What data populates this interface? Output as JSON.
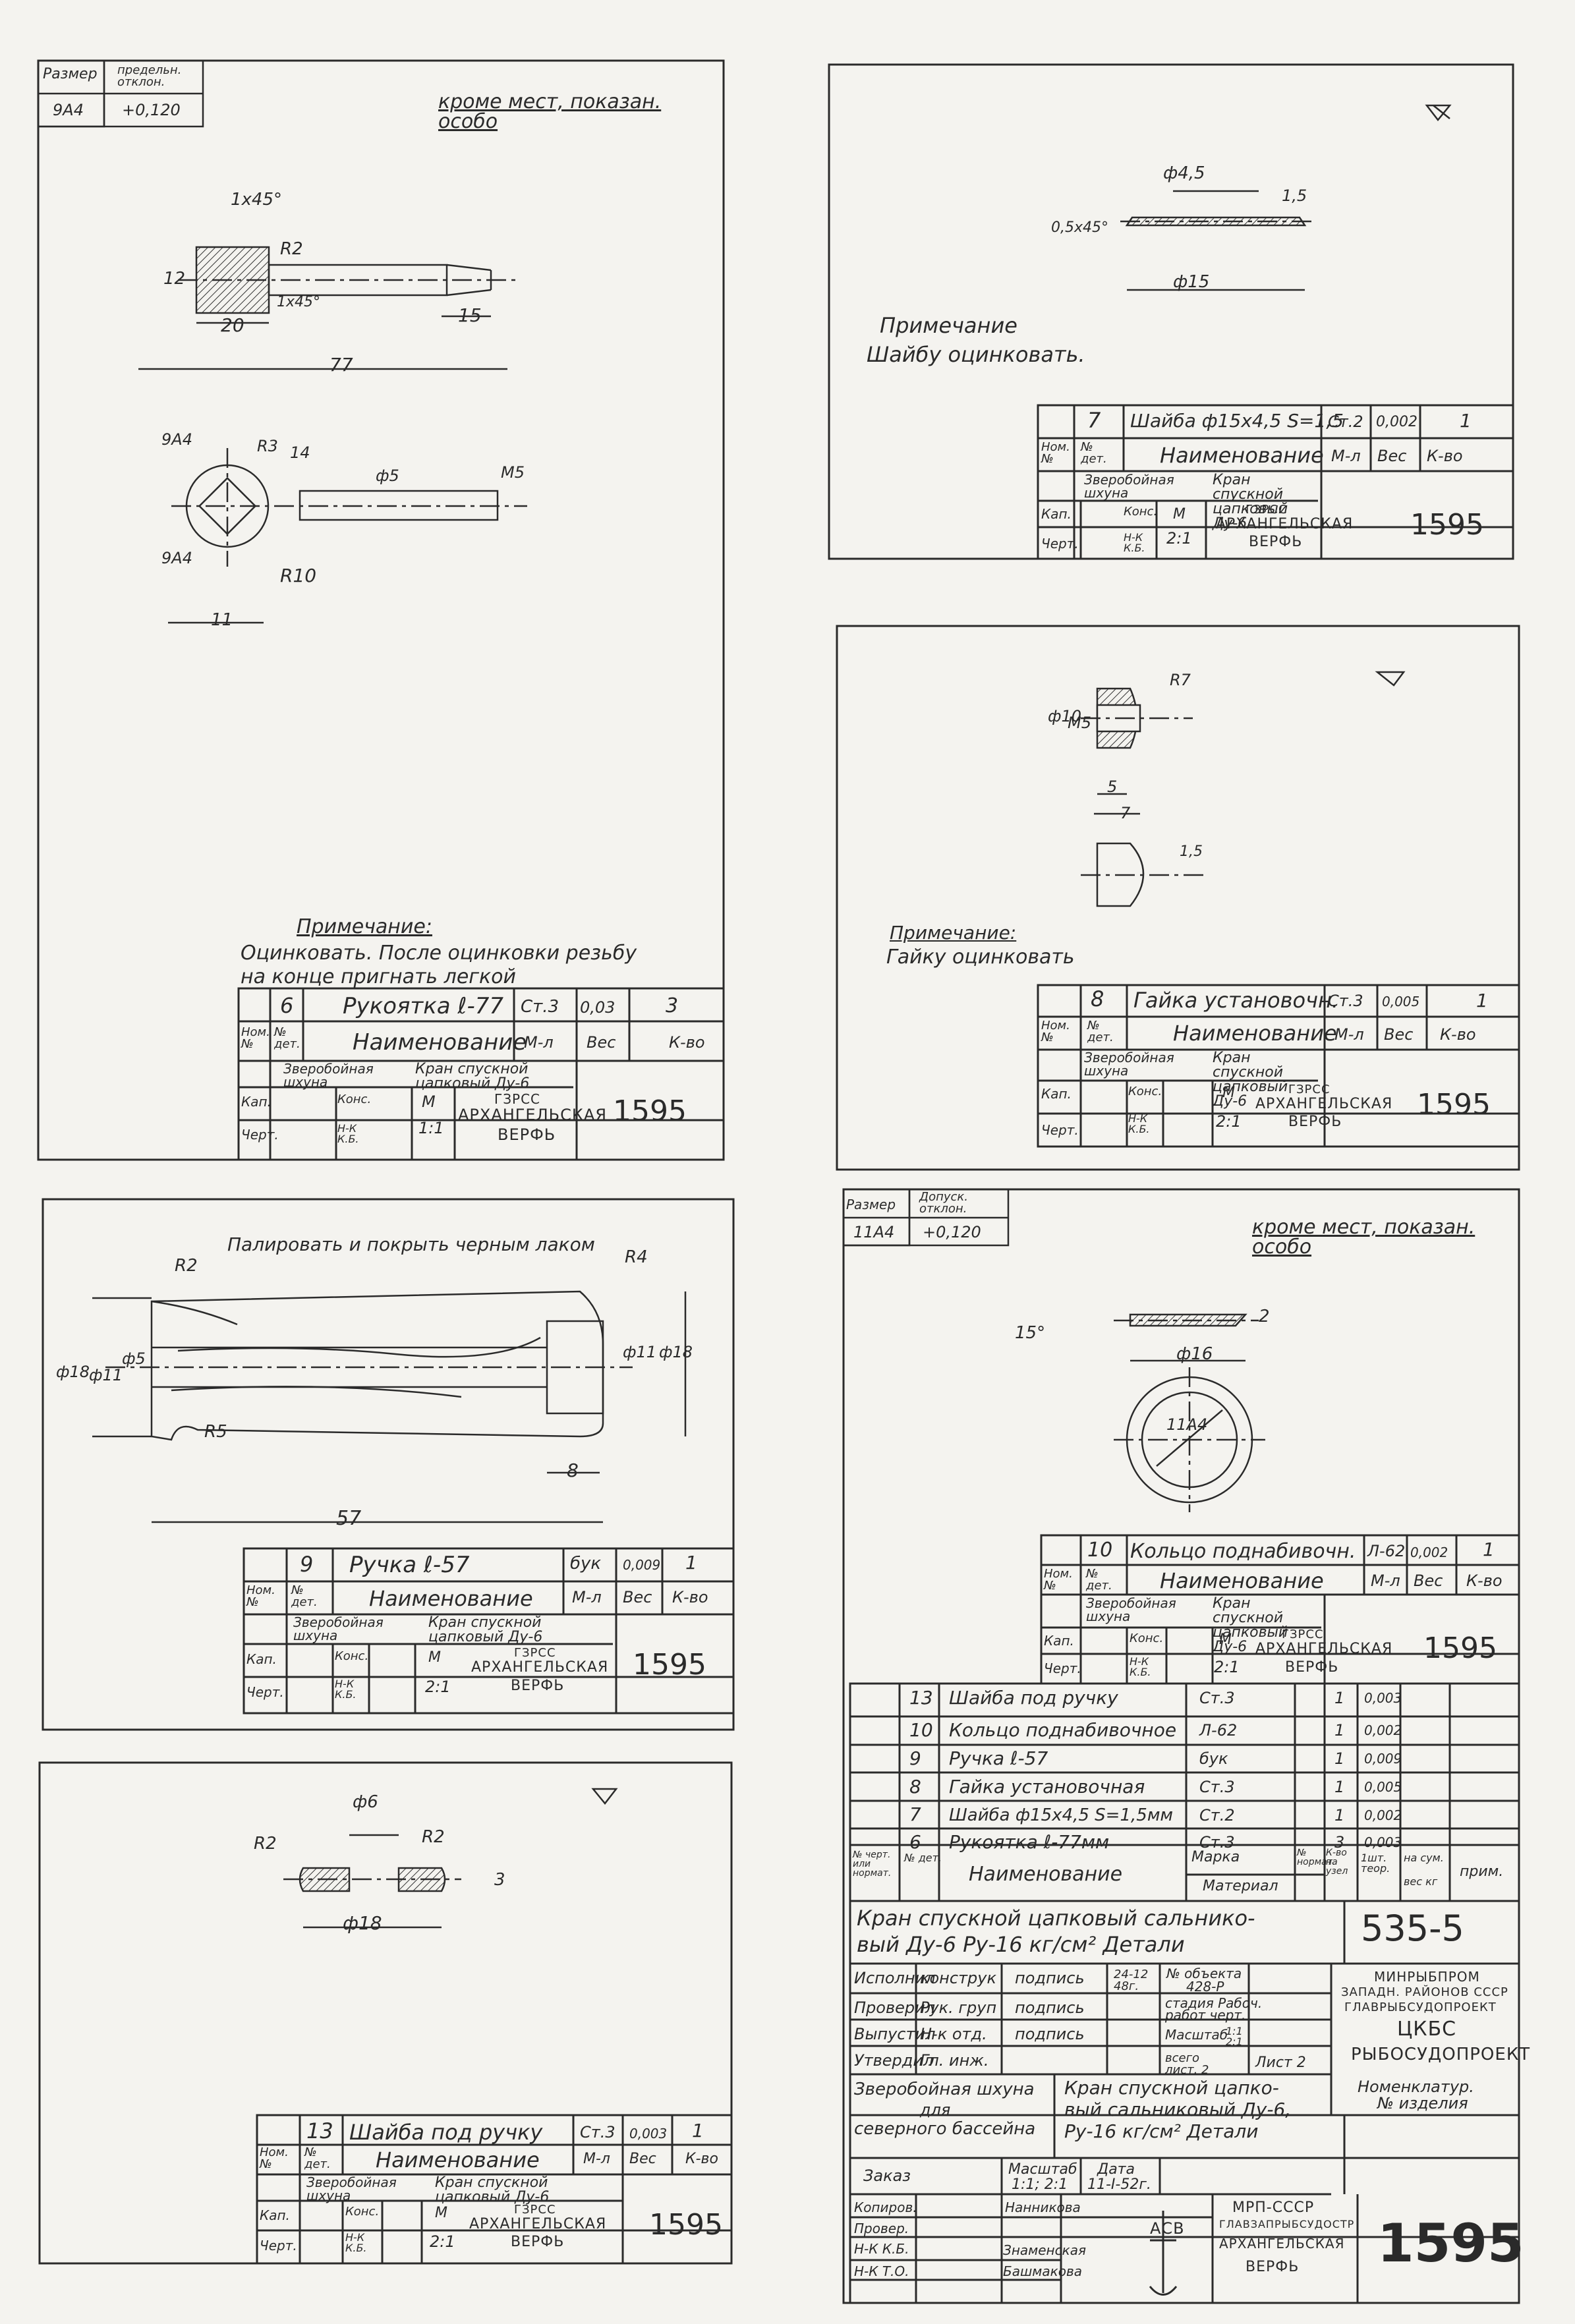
{
  "sheet1": {
    "tol_header": [
      "Размер",
      "предельн. отклон."
    ],
    "tol_row": [
      "9А4",
      "+0,120"
    ],
    "roughness_note": "кроме мест, показан. особо",
    "dims": [
      "1x45°",
      "R2",
      "12",
      "20",
      "1x45°",
      "15",
      "77",
      "9А4",
      "R3",
      "14",
      "ф5",
      "М5",
      "9А4",
      "R10",
      "11"
    ],
    "note_title": "Примечание:",
    "note_text_1": "Оцинковать. После оцинковки резьбу",
    "note_text_2": "на конце пригнать легкой",
    "part": {
      "pos": "6",
      "name": "Рукоятка ℓ-77",
      "material": "Ст.3",
      "weight": "0,03",
      "qty": "3"
    },
    "head": [
      "Ном. №",
      "№ дет.",
      "Наименование",
      "М-л",
      "Вес",
      "К-во"
    ],
    "assembly": [
      "Зверобойная шхуна",
      "Кран спускной цапковый Ду-6"
    ],
    "sign": [
      "Кап.",
      "Черт.",
      "Конс.",
      "Н-К К.Б."
    ],
    "scale": [
      "М",
      "1:1"
    ],
    "org": [
      "ГЗРСС",
      "АРХАНГЕЛЬСКАЯ",
      "ВЕРФЬ"
    ],
    "number": "1595"
  },
  "sheet2": {
    "dims": [
      "ф4,5",
      "1,5",
      "0,5x45°",
      "ф15"
    ],
    "note_title": "Примечание",
    "note_text": "Шайбу оцинковать.",
    "part": {
      "pos": "7",
      "name": "Шайба ф15x4,5 S=1,5",
      "material": "Ст.2",
      "weight": "0,002",
      "qty": "1"
    },
    "head": [
      "Ном. №",
      "№ дет.",
      "Наименование",
      "М-л",
      "Вес",
      "К-во"
    ],
    "assembly": [
      "Зверобойная шхуна",
      "Кран спускной цапковый Ду-6"
    ],
    "sign": [
      "Кап.",
      "Черт.",
      "Конс.",
      "Н-К К.Б."
    ],
    "scale": [
      "М",
      "2:1"
    ],
    "org": [
      "ГЗРСС",
      "АРХАНГЕЛЬСКАЯ",
      "ВЕРФЬ"
    ],
    "number": "1595"
  },
  "sheet3": {
    "dims": [
      "R7",
      "ф10",
      "М5",
      "5",
      "7",
      "1,5"
    ],
    "note_title": "Примечание:",
    "note_text": "Гайку оцинковать",
    "part": {
      "pos": "8",
      "name": "Гайка установочн.",
      "material": "Ст.3",
      "weight": "0,005",
      "qty": "1"
    },
    "head": [
      "Ном. №",
      "№ дет.",
      "Наименование",
      "М-л",
      "Вес",
      "К-во"
    ],
    "assembly": [
      "Зверобойная шхуна",
      "Кран спускной цапковый Ду-6"
    ],
    "sign": [
      "Кап.",
      "Черт.",
      "Конс.",
      "Н-К К.Б."
    ],
    "scale": [
      "М",
      "2:1"
    ],
    "org": [
      "ГЗРСС",
      "АРХАНГЕЛЬСКАЯ",
      "ВЕРФЬ"
    ],
    "number": "1595"
  },
  "sheet4": {
    "note": "Палировать и покрыть черным лаком",
    "dims": [
      "R2",
      "R4",
      "ф18",
      "ф11",
      "ф5",
      "ф11",
      "ф18",
      "R5",
      "8",
      "57"
    ],
    "part": {
      "pos": "9",
      "name": "Ручка ℓ-57",
      "material": "бук",
      "weight": "0,009",
      "qty": "1"
    },
    "head": [
      "Ном. №",
      "№ дет.",
      "Наименование",
      "М-л",
      "Вес",
      "К-во"
    ],
    "assembly": [
      "Зверобойная шхуна",
      "Кран спускной цапковый Ду-6"
    ],
    "sign": [
      "Кап.",
      "Черт.",
      "Конс.",
      "Н-К К.Б."
    ],
    "scale": [
      "М",
      "2:1"
    ],
    "org": [
      "ГЗРСС",
      "АРХАНГЕЛЬСКАЯ",
      "ВЕРФЬ"
    ],
    "number": "1595"
  },
  "sheet5": {
    "dims": [
      "ф6",
      "R2",
      "R2",
      "3",
      "ф18"
    ],
    "part": {
      "pos": "13",
      "name": "Шайба под ручку",
      "material": "Ст.3",
      "weight": "0,003",
      "qty": "1"
    },
    "head": [
      "Ном. №",
      "№ дет.",
      "Наименование",
      "М-л",
      "Вес",
      "К-во"
    ],
    "assembly": [
      "Зверобойная шхуна",
      "Кран спускной цапковый Ду-6"
    ],
    "sign": [
      "Кап.",
      "Черт.",
      "Конс.",
      "Н-К К.Б."
    ],
    "scale": [
      "М",
      "2:1"
    ],
    "org": [
      "ГЗРСС",
      "АРХАНГЕЛЬСКАЯ",
      "ВЕРФЬ"
    ],
    "number": "1595"
  },
  "sheet6": {
    "tol_header": [
      "Размер",
      "Допуск. отклон."
    ],
    "tol_row": [
      "11А4",
      "+0,120"
    ],
    "roughness_note": "кроме мест, показан. особо",
    "dims": [
      "15°",
      "2",
      "ф16",
      "11А4"
    ],
    "part": {
      "pos": "10",
      "name": "Кольцо поднабивочн.",
      "material": "Л-62",
      "weight": "0,002",
      "qty": "1"
    },
    "head": [
      "Ном. №",
      "№ дет.",
      "Наименование",
      "М-л",
      "Вес",
      "К-во"
    ],
    "assembly": [
      "Зверобойная шхуна",
      "Кран спускной цапковый Ду-6"
    ],
    "sign": [
      "Кап.",
      "Черт.",
      "Конс.",
      "Н-К К.Б."
    ],
    "scale": [
      "М",
      "2:1"
    ],
    "org": [
      "ГЗРСС",
      "АРХАНГЕЛЬСКАЯ",
      "ВЕРФЬ"
    ],
    "number": "1595"
  },
  "spec": {
    "rows": [
      {
        "pos": "13",
        "name": "Шайба под ручку",
        "mat": "Ст.3",
        "qty": "1",
        "w": "0,003"
      },
      {
        "pos": "10",
        "name": "Кольцо поднабивочное",
        "mat": "Л-62",
        "qty": "1",
        "w": "0,002"
      },
      {
        "pos": "9",
        "name": "Ручка ℓ-57",
        "mat": "бук",
        "qty": "1",
        "w": "0,009"
      },
      {
        "pos": "8",
        "name": "Гайка установочная",
        "mat": "Ст.3",
        "qty": "1",
        "w": "0,005"
      },
      {
        "pos": "7",
        "name": "Шайба ф15x4,5 S=1,5мм",
        "mat": "Ст.2",
        "qty": "1",
        "w": "0,002"
      },
      {
        "pos": "6",
        "name": "Рукоятка ℓ-77мм",
        "mat": "Ст.3",
        "qty": "3",
        "w": "0,003"
      }
    ],
    "head": [
      "№ черт. или нормат.",
      "№ дет.",
      "Наименование",
      "Марка",
      "Материал",
      "№ нормат.",
      "К-во на узел",
      "1шт. теор.",
      "на сум.",
      "вес кг",
      "прим."
    ],
    "title": "Кран спускной цапковый сальнико-вый Ду-6 Ру-16 кг/см² Детали",
    "title_1": "Кран спускной цапковый сальнико-",
    "title_2": "вый Ду-6  Ру-16 кг/см²  Детали",
    "doc": "535-5",
    "roles": [
      "Исполнил",
      "Проверил",
      "Выпустил",
      "Утвердил"
    ],
    "posts": [
      "конструк",
      "Рук. груп",
      "Н-к отд.",
      "Гл. инж."
    ],
    "signs": [
      "подпись",
      "подпись",
      "подпись"
    ],
    "date": "24-12 48г.",
    "object_no": [
      "№ объекта",
      "428-Р"
    ],
    "stage": [
      "стадия Рабоч.",
      "работ черт."
    ],
    "scale": [
      "Масштаб",
      "1:1 2:1"
    ],
    "sheets": [
      "всего лист. 2",
      "Лист 2"
    ],
    "ministry": [
      "МИНРЫБПРОМ",
      "ЗАПАДН. РАЙОНОВ СССР",
      "ГЛАВРЫБСУДОПРОЕКТ",
      "ЦКБС",
      "РЫБОСУДОПРОЕКТ"
    ],
    "ship": [
      "Зверобойная шхуна",
      "для",
      "северного бассейна"
    ],
    "product": [
      "Кран спускной цапко-",
      "вый сальниковый Ду-6,",
      "Ру-16 кг/см²  Детали"
    ],
    "nomen": [
      "Номенклатур.",
      "№  изделия"
    ],
    "order": [
      "Заказ",
      "Масштаб",
      "1:1; 2:1",
      "Дата",
      "11-I-52г."
    ],
    "copy": [
      "Копиров.",
      "Провер.",
      "Н-К К.Б.",
      "Н-К Т.О."
    ],
    "copy_names": [
      "Нанникова",
      "Знаменская",
      "Башмакова"
    ],
    "org": [
      "МРП-СССР",
      "ГЛАВЗАПРЫБСУДОСТР",
      "АРХАНГЕЛЬСКАЯ",
      "ВЕРФЬ"
    ],
    "logo": "АСВ",
    "number": "1595"
  }
}
